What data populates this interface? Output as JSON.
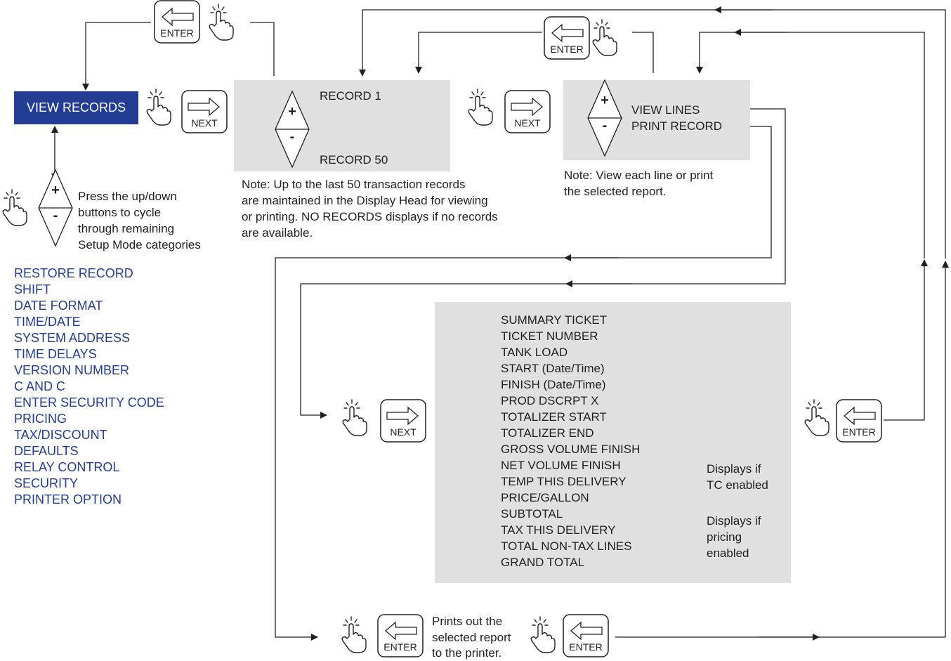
{
  "view_records_label": "VIEW RECORDS",
  "keys": {
    "enter": "ENTER",
    "next": "NEXT"
  },
  "diamond": {
    "plus": "+",
    "minus": "-"
  },
  "cycle_note": [
    "Press the up/down",
    "buttons to cycle",
    "through remaining",
    "Setup Mode categories"
  ],
  "categories": [
    "RESTORE RECORD",
    "SHIFT",
    "DATE FORMAT",
    "TIME/DATE",
    "SYSTEM ADDRESS",
    "TIME DELAYS",
    "VERSION NUMBER",
    "C AND C",
    "ENTER SECURITY CODE",
    "PRICING",
    "TAX/DISCOUNT",
    "DEFAULTS",
    "RELAY CONTROL",
    "SECURITY",
    "PRINTER OPTION"
  ],
  "record_panel": {
    "first": "RECORD 1",
    "last": "RECORD 50"
  },
  "record_note": [
    "Note: Up to the last 50 transaction records",
    "are maintained in the Display Head for viewing",
    "or printing. NO RECORDS displays if no records",
    "are available."
  ],
  "options_panel": {
    "view_lines": "VIEW LINES",
    "print_record": "PRINT RECORD"
  },
  "options_note": [
    "Note: View each line or print",
    "the selected report."
  ],
  "lines": [
    "SUMMARY TICKET",
    "TICKET NUMBER",
    "TANK LOAD",
    "START (Date/Time)",
    "FINISH (Date/Time)",
    "PROD DSCRPT X",
    "TOTALIZER START",
    "TOTALIZER END",
    "GROSS VOLUME FINISH",
    "NET VOLUME FINISH",
    "TEMP THIS DELIVERY",
    "PRICE/GALLON",
    "SUBTOTAL",
    "TAX THIS DELIVERY",
    "TOTAL NON-TAX LINES",
    "GRAND TOTAL"
  ],
  "tc_note": [
    "Displays if",
    "TC enabled"
  ],
  "pricing_note": [
    "Displays if",
    "pricing",
    "enabled"
  ],
  "print_note": [
    "Prints out the",
    "selected report",
    "to the printer."
  ]
}
